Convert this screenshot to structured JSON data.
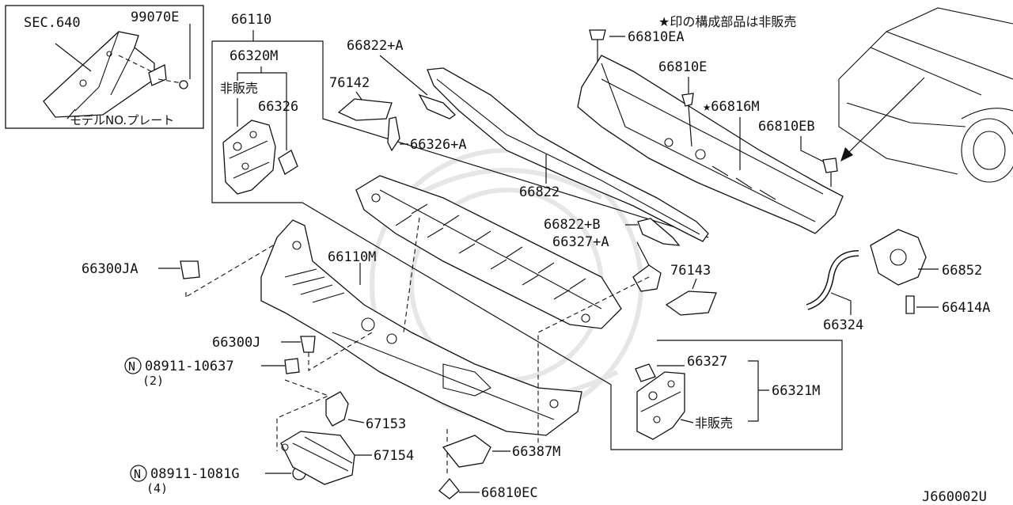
{
  "notes": {
    "legend": "★印の構成部品は非販売",
    "figure_code": "J660002U",
    "not_sold": "非販売"
  },
  "inset": {
    "sec": "SEC.640",
    "part": "99070E",
    "plate": "モデルNO.プレート"
  },
  "callouts": {
    "p66110": "66110",
    "p66320M": "66320M",
    "p66326": "66326",
    "p66822A": "66822+A",
    "p76142": "76142",
    "p66326A": "66326+A",
    "p66822": "66822",
    "p66810EA": "66810EA",
    "p66810E": "66810E",
    "p66816M": "★66816M",
    "p66810EB": "66810EB",
    "p66822B": "66822+B",
    "p66327A": "66327+A",
    "p76143": "76143",
    "p66852": "66852",
    "p66414A": "66414A",
    "p66324": "66324",
    "p66300JA": "66300JA",
    "p66110M": "66110M",
    "p66300J": "66300J",
    "p08911_10637": "08911-10637",
    "q2": "(2)",
    "p67153": "67153",
    "p67154": "67154",
    "p08911_1081G": "08911-1081G",
    "q4": "(4)",
    "p66387M": "66387M",
    "p66810EC": "66810EC",
    "p66327": "66327",
    "p66321M": "66321M",
    "n_symbol": "N"
  }
}
